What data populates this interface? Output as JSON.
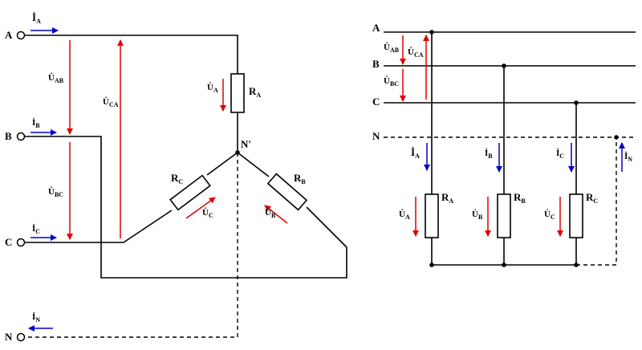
{
  "left": {
    "terminals": {
      "a": "A",
      "b": "B",
      "c": "C",
      "n": "N"
    },
    "neutral_point": "N'",
    "resistors": {
      "ra": "R",
      "ra_sub": "A",
      "rb": "R",
      "rb_sub": "B",
      "rc": "R",
      "rc_sub": "C"
    },
    "currents": {
      "ia": "İ",
      "ia_sub": "A",
      "ib": "İ",
      "ib_sub": "B",
      "ic": "İ",
      "ic_sub": "C",
      "in": "İ",
      "in_sub": "N"
    },
    "line_voltages": {
      "uab": "U̇",
      "uab_sub": "AB",
      "ubc": "U̇",
      "ubc_sub": "BC",
      "uca": "U̇",
      "uca_sub": "CA"
    },
    "phase_voltages": {
      "ua": "U̇",
      "ua_sub": "A",
      "ub": "U̇",
      "ub_sub": "B",
      "uc": "U̇",
      "uc_sub": "C"
    }
  },
  "right": {
    "buses": {
      "a": "A",
      "b": "B",
      "c": "C",
      "n": "N"
    },
    "line_voltages": {
      "uab": "U̇",
      "uab_sub": "AB",
      "uca": "U̇",
      "uca_sub": "CA",
      "ubc": "U̇",
      "ubc_sub": "BC"
    },
    "currents": {
      "ia": "İ",
      "ia_sub": "A",
      "ib": "İ",
      "ib_sub": "B",
      "ic": "İ",
      "ic_sub": "C",
      "in": "İ",
      "in_sub": "N"
    },
    "resistors": {
      "ra": "R",
      "ra_sub": "A",
      "rb": "R",
      "rb_sub": "B",
      "rc": "R",
      "rc_sub": "C"
    },
    "phase_voltages": {
      "ua": "U̇",
      "ua_sub": "A",
      "ub": "U̇",
      "ub_sub": "B",
      "uc": "U̇",
      "uc_sub": "C"
    }
  },
  "colors": {
    "wire": "#000000",
    "voltage_arrow": "#e00000",
    "current_arrow": "#0000cc"
  }
}
